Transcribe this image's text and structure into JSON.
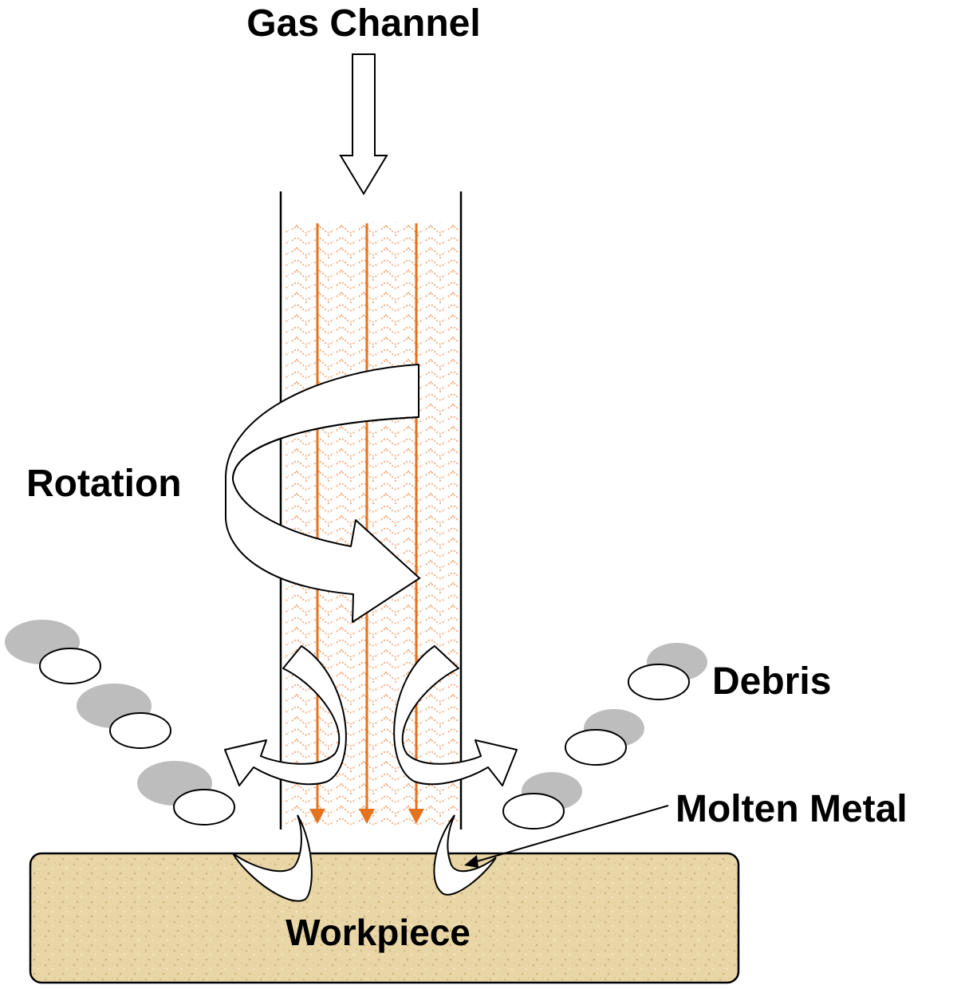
{
  "labels": {
    "gas_channel": "Gas Channel",
    "rotation": "Rotation",
    "debris": "Debris",
    "molten_metal": "Molten Metal",
    "workpiece": "Workpiece"
  },
  "colors": {
    "laser_line": "#E3731F",
    "laser_hatch": "#F4B186",
    "workpiece_fill": "#E9D6A6",
    "debris_shadow": "#BDBDBD",
    "outline": "#000000",
    "background": "#FFFFFF"
  },
  "icons": {
    "gas_flow": "hollow-down-arrow",
    "rotation": "curved-swirl-arrow",
    "laser_beam": "down-arrow"
  }
}
